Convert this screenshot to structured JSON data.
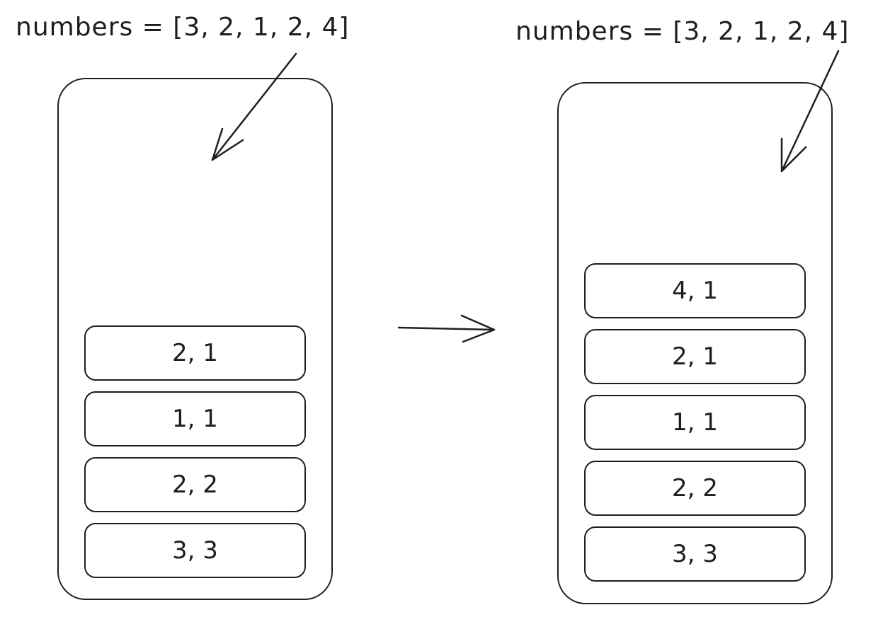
{
  "left": {
    "label": "numbers = [3, 2, 1, 2, 4]",
    "cells": [
      "2, 1",
      "1, 1",
      "2, 2",
      "3, 3"
    ]
  },
  "right": {
    "label": "numbers = [3, 2, 1, 2, 4]",
    "cells": [
      "4, 1",
      "2, 1",
      "1, 1",
      "2, 2",
      "3, 3"
    ]
  },
  "icons": [
    "arrow-icon"
  ]
}
